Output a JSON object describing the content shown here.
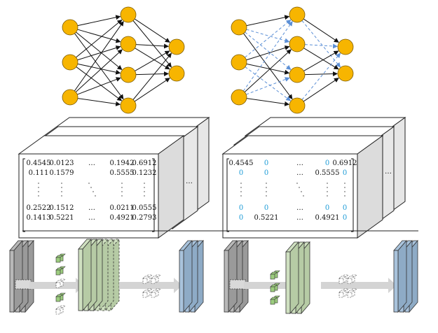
{
  "colors": {
    "neuron": "#f7b500",
    "neuron_stroke": "#7a5a00",
    "edge": "#111111",
    "pruned_edge": "#5b8fd6",
    "zero_value": "#1a9ad6",
    "feature_gray": "#9a9a9a",
    "feature_green": "#cfe0c0",
    "feature_blue": "#a9c3dc",
    "arrow": "#d4d4d4"
  },
  "matrices": {
    "dense": {
      "top_rows": [
        [
          "0.4545",
          "0.0123",
          "…",
          "0.1942",
          "0.6912"
        ],
        [
          "0.111",
          "0.1579",
          "",
          "0.5555",
          "0.1232"
        ]
      ],
      "bottom_rows": [
        [
          "0.2522",
          "0.1512",
          "…",
          "0.0211",
          "0.0555"
        ],
        [
          "0.1413",
          "0.5221",
          "…",
          "0.4921",
          "0.2793"
        ]
      ]
    },
    "sparse": {
      "top_rows": [
        [
          "0.4545",
          "0",
          "…",
          "0",
          "0.6912"
        ],
        [
          "0",
          "0",
          "…",
          "0.5555",
          "0"
        ]
      ],
      "bottom_rows": [
        [
          "0",
          "0",
          "…",
          "0",
          "0"
        ],
        [
          "0",
          "0.5221",
          "…",
          "0.4921",
          "0"
        ]
      ]
    },
    "ellipsis": "…"
  }
}
